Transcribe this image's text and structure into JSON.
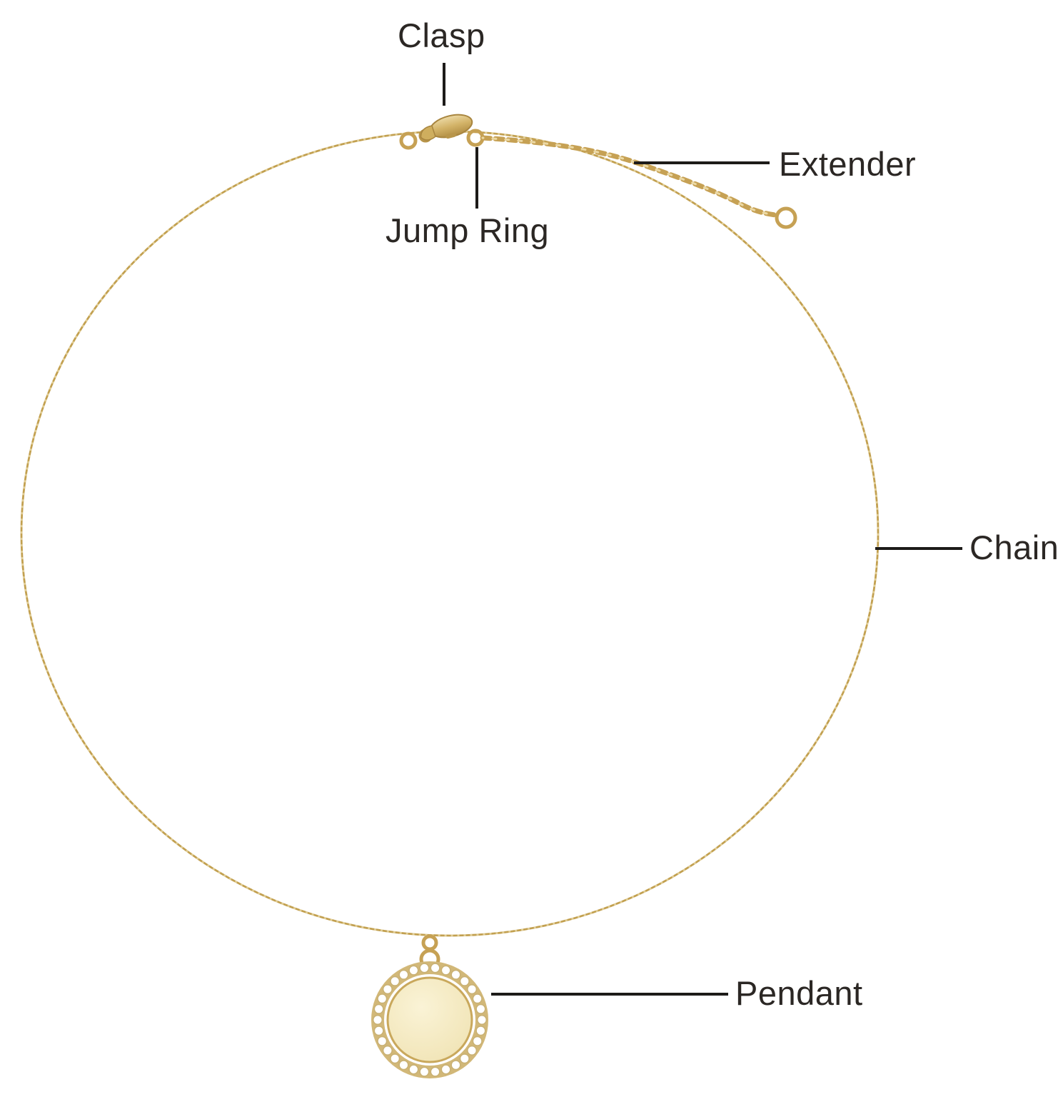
{
  "page": {
    "background": "#ffffff"
  },
  "diagram": {
    "type": "labeled-illustration",
    "subject": "Necklace anatomy diagram",
    "labels": {
      "clasp": "Clasp",
      "jump_ring": "Jump Ring",
      "extender": "Extender",
      "chain": "Chain",
      "pendant": "Pendant"
    },
    "colors": {
      "gold": "#c6a154",
      "gold_light": "#ecd9a4",
      "gold_dark": "#a8853f",
      "pendant_fill": "#f4ebc4",
      "diamond_white": "#ffffff",
      "label_text": "#2b2724",
      "connector_line": "#1d1b19"
    }
  }
}
